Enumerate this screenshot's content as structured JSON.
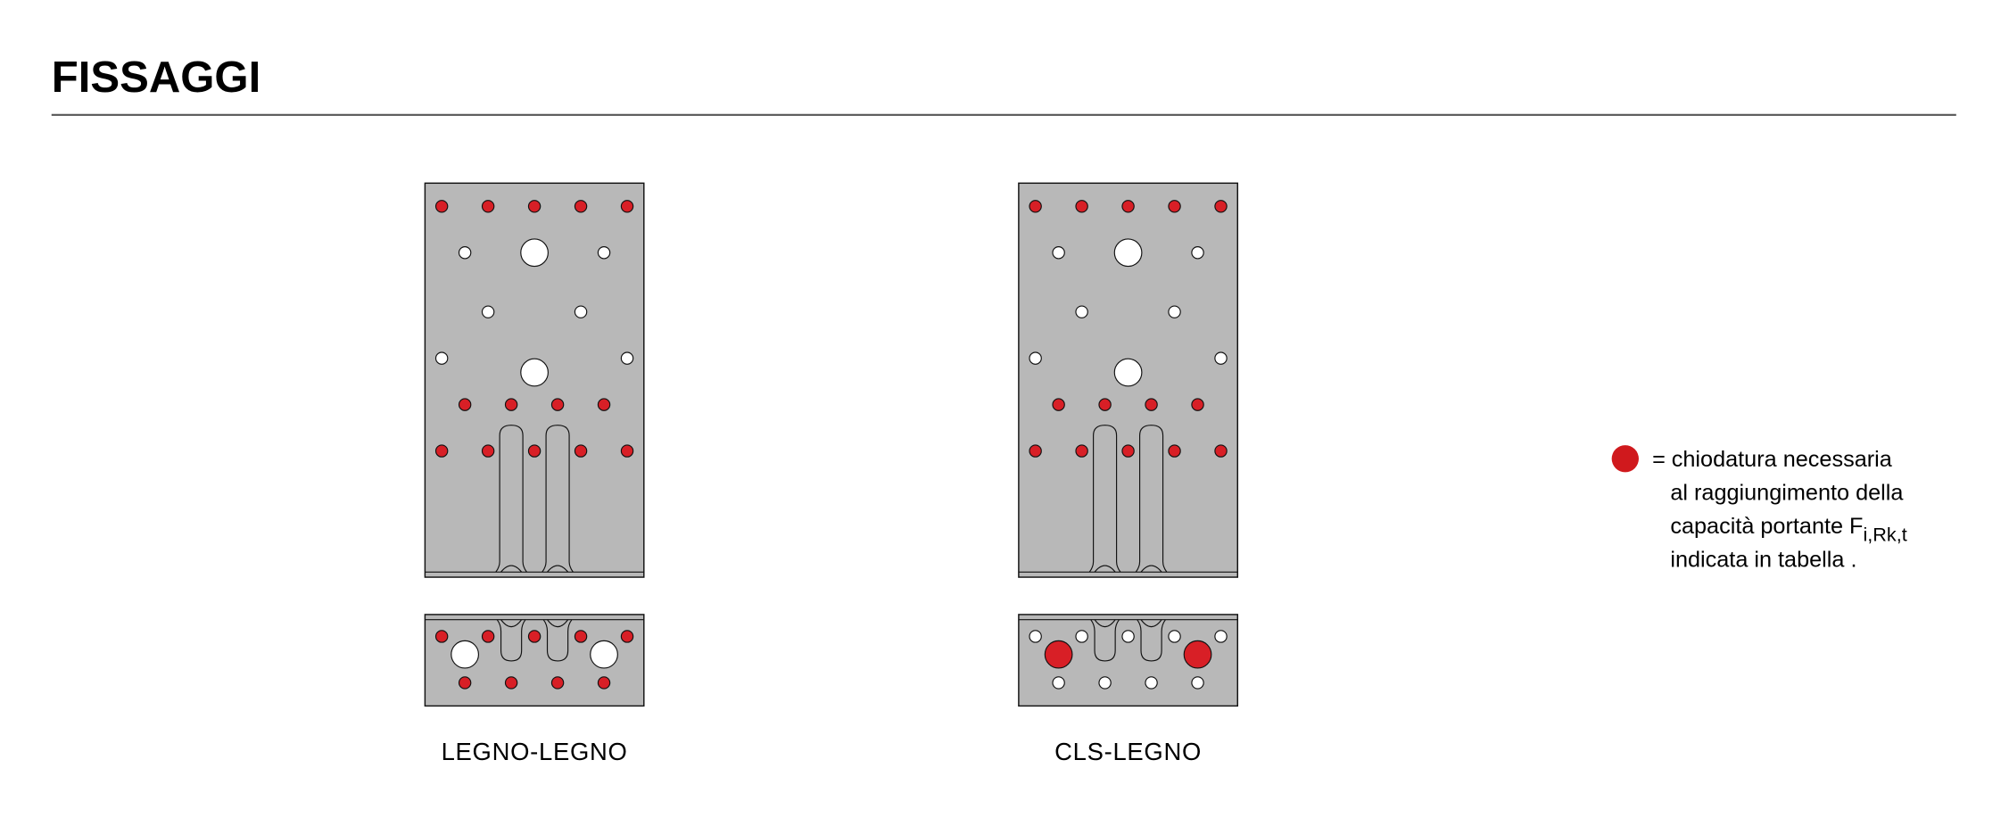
{
  "header": {
    "title": "FISSAGGI"
  },
  "plates": [
    {
      "label": "LEGNO-LEGNO",
      "top_rows": {
        "row1": "red",
        "row2_small": "white",
        "row2_big": "white",
        "row3": "white",
        "row4_small": "white",
        "row4_big": "white",
        "row5": "red",
        "row6": "red"
      },
      "bottom_rows": {
        "upper": "red",
        "big": "white",
        "lower": "red"
      }
    },
    {
      "label": "CLS-LEGNO",
      "top_rows": {
        "row1": "red",
        "row2_small": "white",
        "row2_big": "white",
        "row3": "white",
        "row4_small": "white",
        "row4_big": "white",
        "row5": "red",
        "row6": "red"
      },
      "bottom_rows": {
        "upper": "white",
        "big": "red",
        "lower": "white"
      }
    }
  ],
  "legend": {
    "symbol": "=",
    "line1": "chiodatura necessaria",
    "line2": "al raggiungimento della",
    "line3": "capacità portante F",
    "line3_sub": "i,Rk,t",
    "line4": "indicata in tabella ."
  },
  "colors": {
    "red": "#d81f26",
    "white": "#ffffff",
    "plate": "#b8b8b8",
    "legend_red": "#d0191d"
  }
}
